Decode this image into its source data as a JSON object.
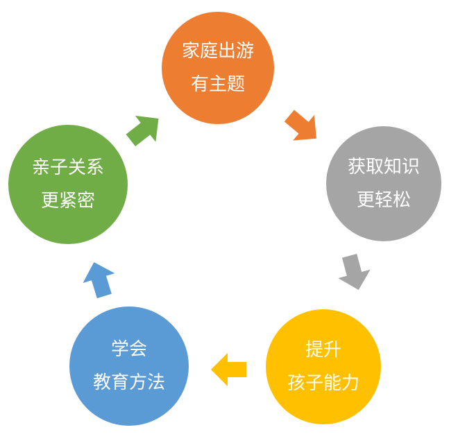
{
  "nodes": [
    {
      "id": "family-trip",
      "lines": [
        "家庭出游",
        "有主题"
      ],
      "color": "#ED7D31"
    },
    {
      "id": "knowledge",
      "lines": [
        "获取知识",
        "更轻松"
      ],
      "color": "#A5A5A5"
    },
    {
      "id": "ability",
      "lines": [
        "提升",
        "孩子能力"
      ],
      "color": "#FFC000"
    },
    {
      "id": "education",
      "lines": [
        "学会",
        "教育方法"
      ],
      "color": "#5B9BD5"
    },
    {
      "id": "relationship",
      "lines": [
        "亲子关系",
        "更紧密"
      ],
      "color": "#70AD47"
    }
  ]
}
